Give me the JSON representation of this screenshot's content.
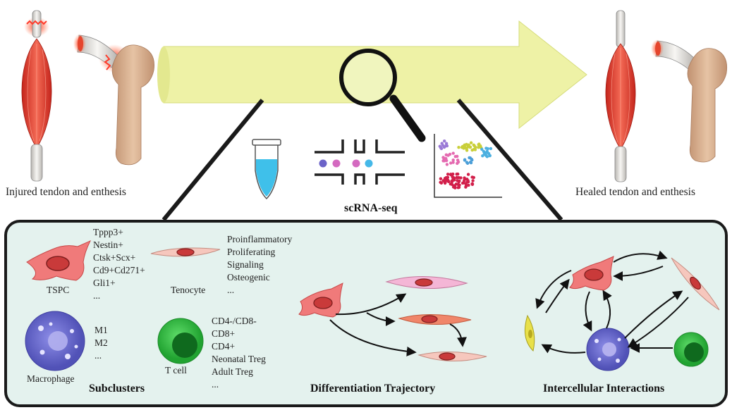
{
  "top": {
    "left_caption": "Injured tendon and enthesis",
    "right_caption": "Healed tendon and enthesis",
    "method_label": "scRNA-seq"
  },
  "panel": {
    "subclusters_title": "Subclusters",
    "differentiation_title": "Differentiation Trajectory",
    "interactions_title": "Intercellular Interactions"
  },
  "cells": {
    "tspc": {
      "label": "TSPC",
      "markers": [
        "Tppp3+",
        "Nestin+",
        "Ctsk+Scx+",
        "Cd9+Cd271+",
        "Gli1+",
        "..."
      ]
    },
    "tenocyte": {
      "label": "Tenocyte",
      "subtypes": [
        "Proinflammatory",
        "Proliferating",
        "Signaling",
        "Osteogenic",
        "..."
      ]
    },
    "macrophage": {
      "label": "Macrophage",
      "subtypes": [
        "M1",
        "M2",
        "..."
      ]
    },
    "tcell": {
      "label": "T cell",
      "subtypes": [
        "CD4-/CD8-",
        "CD8+",
        "CD4+",
        "Neonatal Treg",
        "Adult Treg",
        "..."
      ]
    }
  },
  "colors": {
    "arrow_fill": "#eef2a6",
    "panel_fill": "#e4f2ee",
    "muscle_red": "#e0392b",
    "bone_tan": "#d4a882",
    "tspc_pink": "#f07a7a",
    "tenocyte_peach": "#f6c7bd",
    "macrophage_purple": "#6f6ed1",
    "tcell_green": "#39c04a",
    "tube_blue": "#3fc0ea",
    "yellow_cell": "#e8e04a"
  },
  "icons": [
    "injured-tendon-icon",
    "injured-enthesis-icon",
    "magnifier-icon",
    "sample-tube-icon",
    "microfluidic-chip-icon",
    "cluster-plot-icon",
    "healed-tendon-icon",
    "healed-enthesis-icon"
  ]
}
